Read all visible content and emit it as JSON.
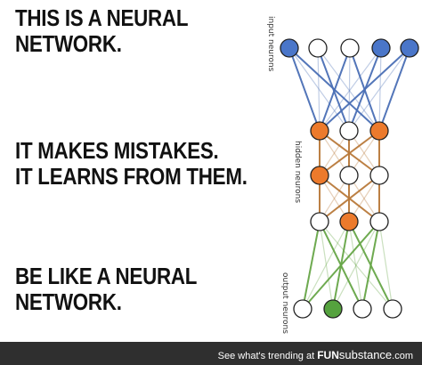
{
  "meme": {
    "block1": [
      "THIS IS A NEURAL",
      "NETWORK."
    ],
    "block2": [
      "IT MAKES MISTAKES.",
      "IT LEARNS FROM THEM."
    ],
    "block3": [
      "BE LIKE A NEURAL",
      "NETWORK."
    ]
  },
  "diagram": {
    "labels": {
      "input": "input neurons",
      "hidden": "hidden neurons",
      "output": "output neurons"
    },
    "colors": {
      "input_fill": "#4a76c9",
      "hidden_fill": "#ec7a2c",
      "output_fill": "#55a23e",
      "empty_fill": "#ffffff",
      "stroke": "#222222",
      "edge_input": "#4a6fb5",
      "edge_hidden": "#b8793a",
      "edge_output": "#66a547"
    },
    "layers": [
      [
        "filled",
        "empty",
        "empty",
        "filled",
        "filled"
      ],
      [
        "filled",
        "empty",
        "filled"
      ],
      [
        "filled",
        "empty",
        "empty"
      ],
      [
        "empty",
        "filled",
        "empty"
      ],
      [
        "empty",
        "filled",
        "empty",
        "empty"
      ]
    ]
  },
  "footer": {
    "prefix": "See what's trending at ",
    "brand_fun": "FUN",
    "brand_sub": "substance",
    "brand_suffix": ".com"
  }
}
